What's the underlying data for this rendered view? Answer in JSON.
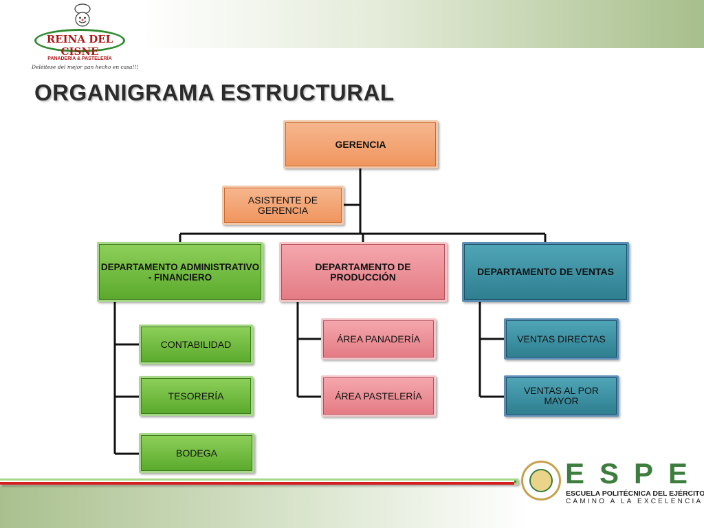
{
  "header": {
    "logo_name": "REINA DEL CISNE",
    "logo_subtitle": "PANADERÍA & PASTELERÍA",
    "logo_tagline": "Deléitese del mejor pan hecho en casa!!!",
    "title": "ORGANIGRAMA ESTRUCTURAL"
  },
  "org": {
    "gerencia": "GERENCIA",
    "asistente": "ASISTENTE DE GERENCIA",
    "dept_admin": "DEPARTAMENTO ADMINISTRATIVO - FINANCIERO",
    "dept_produccion": "DEPARTAMENTO DE PRODUCCIÓN",
    "dept_ventas": "DEPARTAMENTO DE VENTAS",
    "admin_children": [
      "CONTABILIDAD",
      "TESORERÍA",
      "BODEGA"
    ],
    "produccion_children": [
      "ÁREA PANADERÍA",
      "ÁREA PASTELERÍA"
    ],
    "ventas_children": [
      "VENTAS DIRECTAS",
      "VENTAS AL POR MAYOR"
    ]
  },
  "footer": {
    "espe_acronym": "ESPE",
    "espe_name": "ESCUELA POLITÉCNICA DEL EJÉRCITO",
    "espe_motto": "CAMINO A LA EXCELENCIA"
  },
  "colors": {
    "orange": "#f0955e",
    "green": "#5aa92c",
    "pink": "#e47b84",
    "teal": "#2e7f90",
    "espe_green": "#3d7d3d"
  }
}
